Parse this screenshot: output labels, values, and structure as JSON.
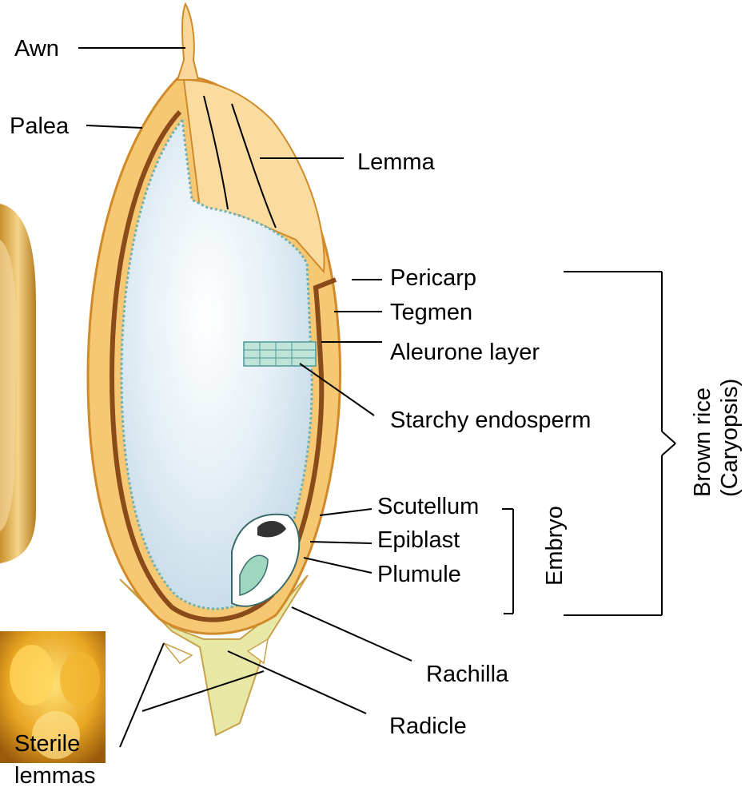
{
  "labels": {
    "awn": "Awn",
    "palea": "Palea",
    "lemma": "Lemma",
    "pericarp": "Pericarp",
    "tegmen": "Tegmen",
    "aleurone": "Aleurone layer",
    "starchy": "Starchy endosperm",
    "scutellum": "Scutellum",
    "epiblast": "Epiblast",
    "plumule": "Plumule",
    "embryo": "Embryo",
    "brown_rice": "Brown rice",
    "caryopsis": "(Caryopsis)",
    "rachilla": "Rachilla",
    "radicle": "Radicle",
    "sterile": "Sterile",
    "lemmas": "lemmas"
  }
}
